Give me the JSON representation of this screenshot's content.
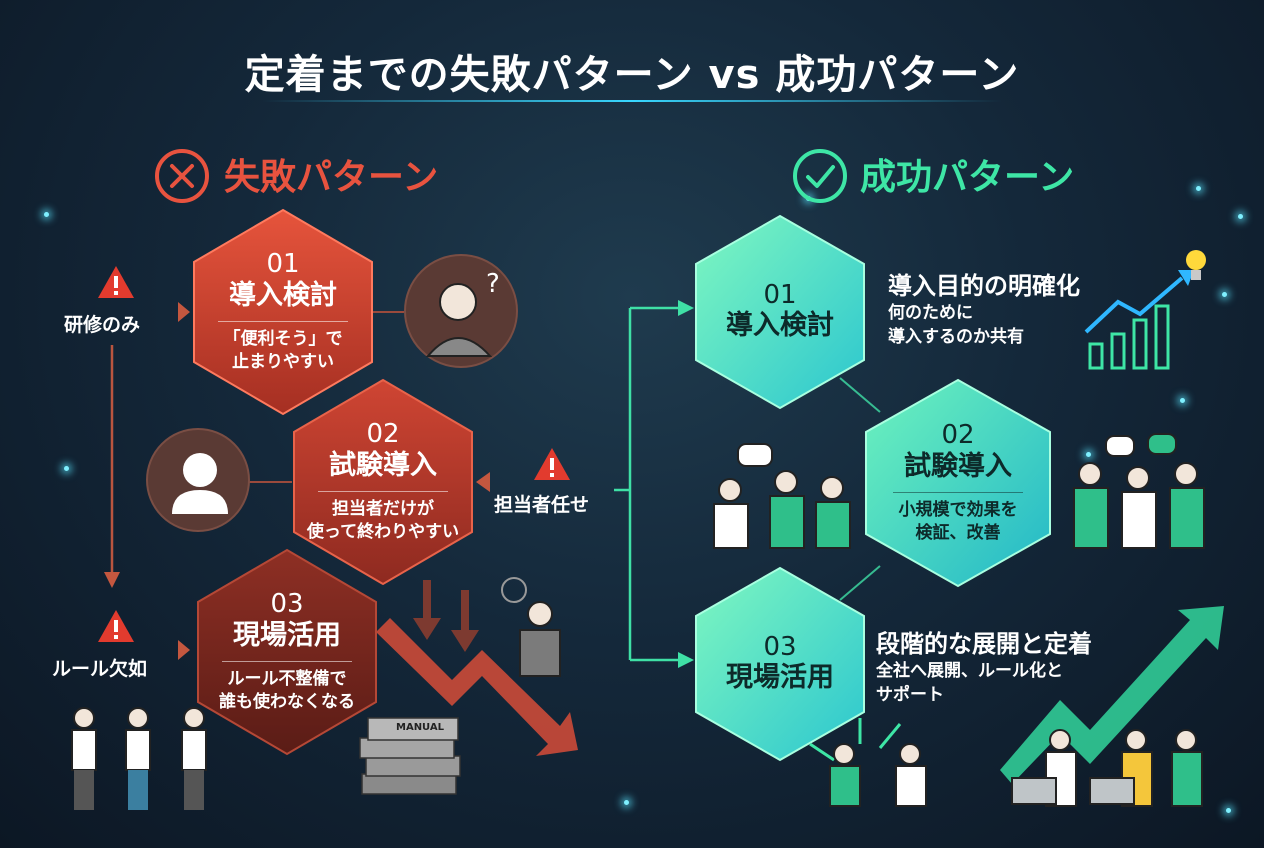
{
  "title": "定着までの失敗パターン vs 成功パターン",
  "failure": {
    "heading": "失敗パターン",
    "icon": "x-circle-icon",
    "color": "#e8533f",
    "steps": [
      {
        "num": "01",
        "title": "導入検討",
        "desc": "「便利そう」で\n止まりやすい"
      },
      {
        "num": "02",
        "title": "試験導入",
        "desc": "担当者だけが\n使って終わりやすい"
      },
      {
        "num": "03",
        "title": "現場活用",
        "desc": "ルール不整備で\n誰も使わなくなる"
      }
    ],
    "warnings": {
      "training_only": "研修のみ",
      "delegated": "担当者任せ",
      "no_rules": "ルール欠如"
    },
    "manual_label": "MANUAL"
  },
  "success": {
    "heading": "成功パターン",
    "icon": "check-circle-icon",
    "color": "#3ee6a6",
    "steps": [
      {
        "num": "01",
        "title": "導入検討",
        "desc": ""
      },
      {
        "num": "02",
        "title": "試験導入",
        "desc": "小規模で効果を\n検証、改善"
      },
      {
        "num": "03",
        "title": "現場活用",
        "desc": ""
      }
    ],
    "notes": [
      {
        "heading": "導入目的の明確化",
        "desc": "何のために\n導入するのか共有"
      },
      {
        "heading": "段階的な展開と定着",
        "desc": "全社へ展開、ルール化と\nサポート"
      }
    ]
  }
}
